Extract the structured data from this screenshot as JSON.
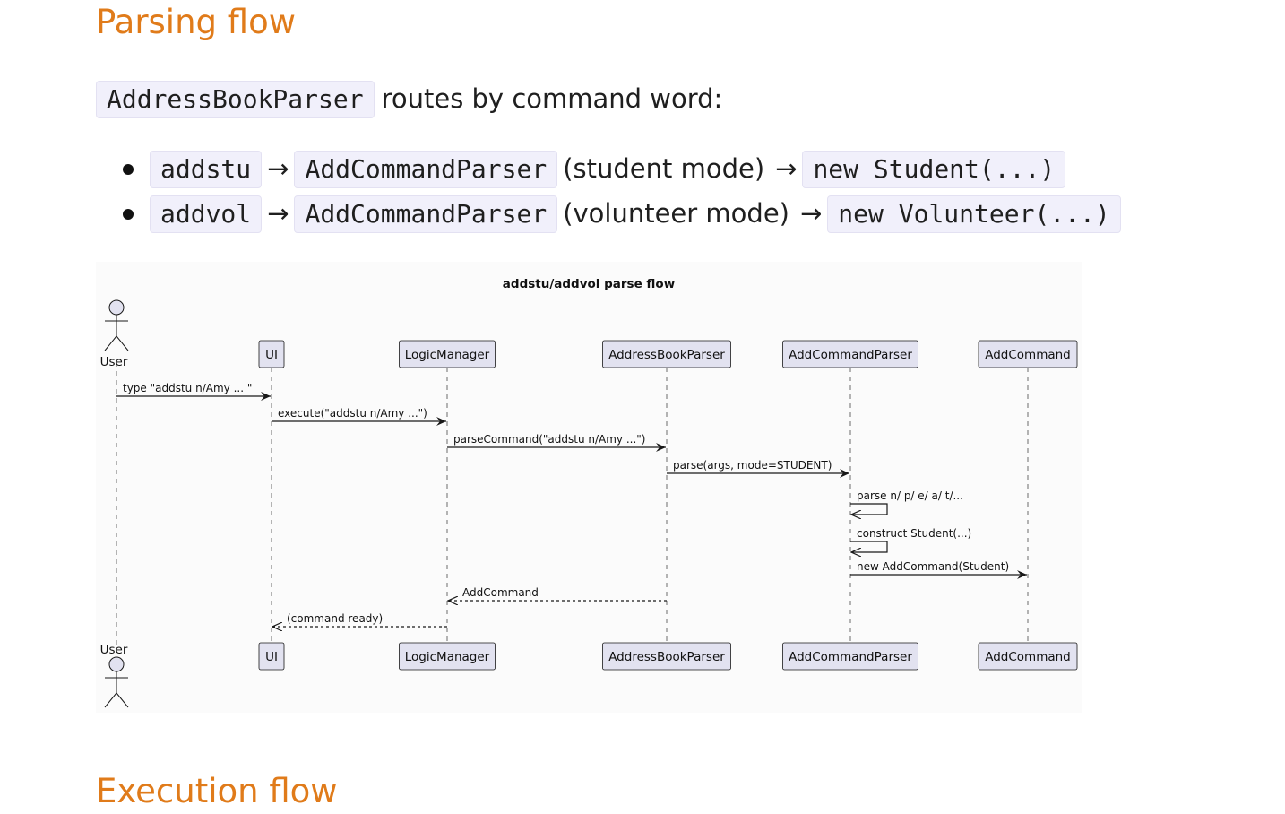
{
  "headings": {
    "parsing_flow": "Parsing flow",
    "execution_flow": "Execution flow"
  },
  "intro": {
    "code": "AddressBookParser",
    "text": "routes by command word:"
  },
  "routes": [
    {
      "command": "addstu",
      "arrow1": "→",
      "parser": "AddCommandParser",
      "mode": "(student mode)",
      "arrow2": "→",
      "result": "new Student(...)"
    },
    {
      "command": "addvol",
      "arrow1": "→",
      "parser": "AddCommandParser",
      "mode": "(volunteer mode)",
      "arrow2": "→",
      "result": "new Volunteer(...)"
    }
  ],
  "diagram": {
    "title": "addstu/addvol parse flow",
    "actor": "User",
    "participants": [
      "UI",
      "LogicManager",
      "AddressBookParser",
      "AddCommandParser",
      "AddCommand"
    ],
    "messages": [
      {
        "from": "User",
        "to": "UI",
        "label": "type \"addstu n/Amy ... \"",
        "kind": "sync"
      },
      {
        "from": "UI",
        "to": "LogicManager",
        "label": "execute(\"addstu n/Amy ...\")",
        "kind": "sync"
      },
      {
        "from": "LogicManager",
        "to": "AddressBookParser",
        "label": "parseCommand(\"addstu n/Amy ...\")",
        "kind": "sync"
      },
      {
        "from": "AddressBookParser",
        "to": "AddCommandParser",
        "label": "parse(args, mode=STUDENT)",
        "kind": "sync"
      },
      {
        "from": "AddCommandParser",
        "to": "AddCommandParser",
        "label": "parse n/ p/ e/ a/ t/...",
        "kind": "self"
      },
      {
        "from": "AddCommandParser",
        "to": "AddCommandParser",
        "label": "construct Student(...)",
        "kind": "self"
      },
      {
        "from": "AddCommandParser",
        "to": "AddCommand",
        "label": "new AddCommand(Student)",
        "kind": "sync"
      },
      {
        "from": "AddressBookParser",
        "to": "LogicManager",
        "label": "AddCommand",
        "kind": "return"
      },
      {
        "from": "LogicManager",
        "to": "UI",
        "label": "(command ready)",
        "kind": "return"
      }
    ]
  }
}
